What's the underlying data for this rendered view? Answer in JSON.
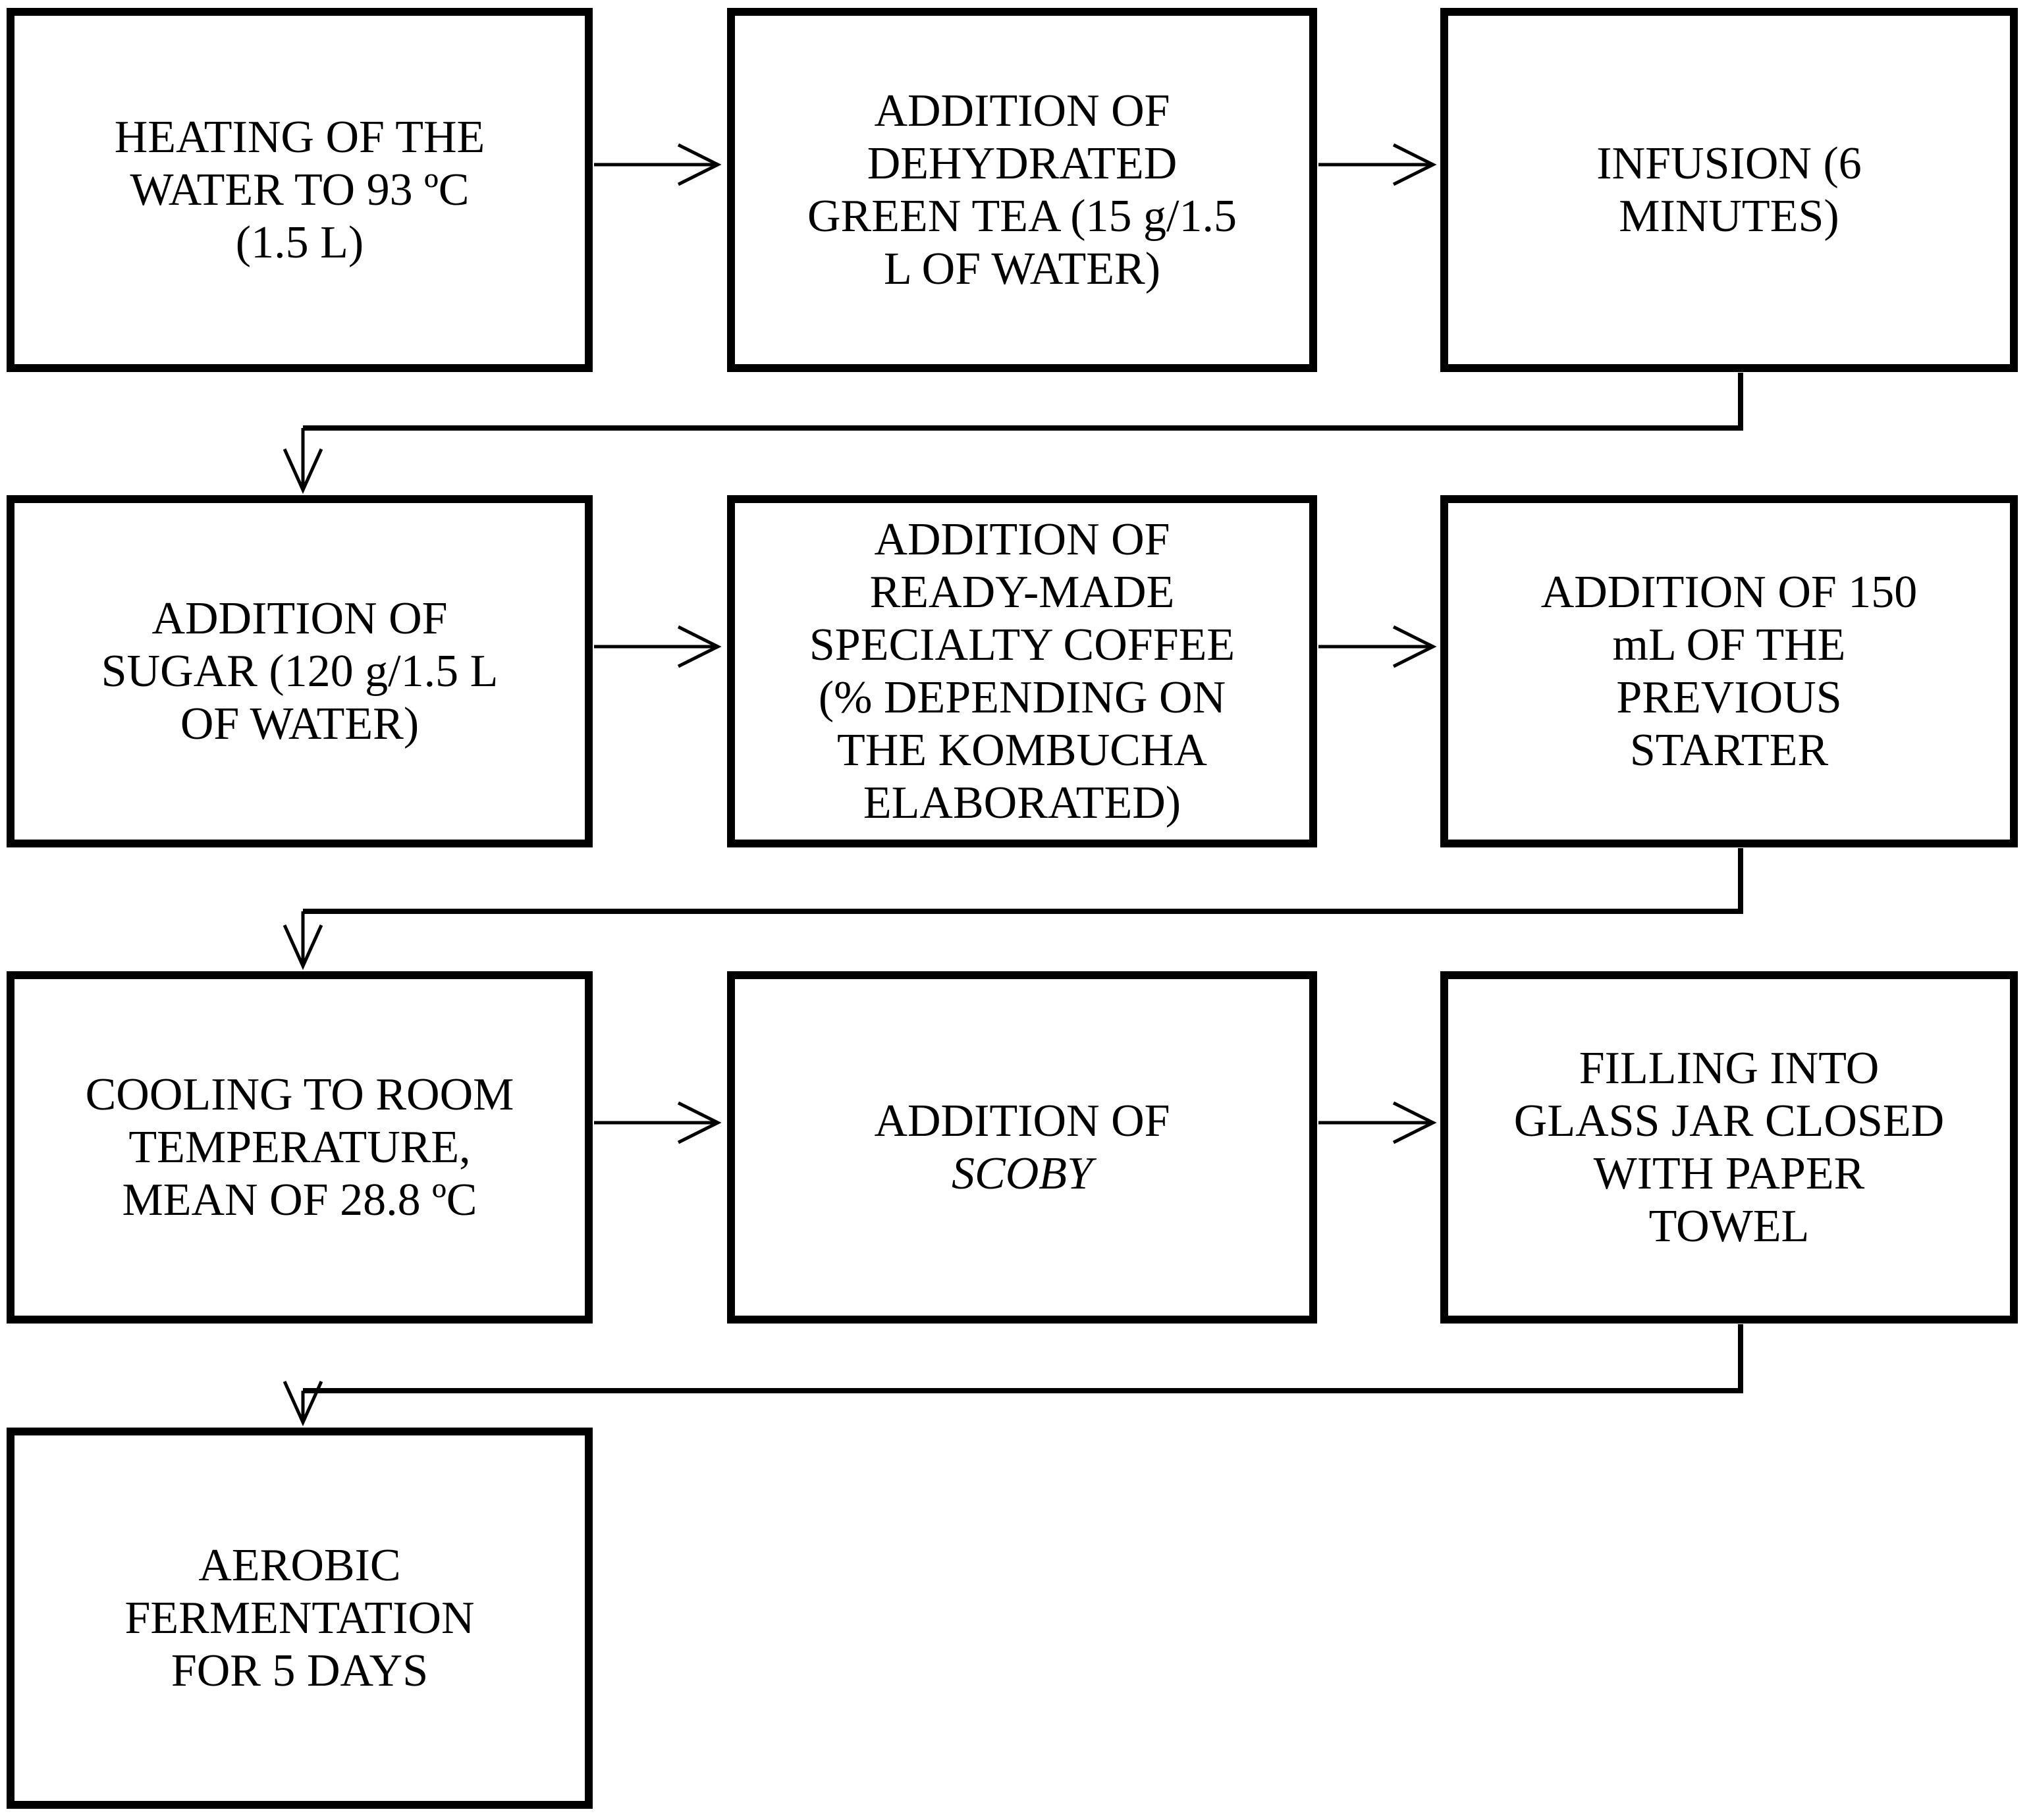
{
  "figure_type": "flowchart",
  "colors": {
    "ink": "#000000",
    "background": "#ffffff"
  },
  "boxes": [
    {
      "name": "heating-water",
      "lines": [
        "HEATING OF THE",
        "WATER TO 93 ºC",
        "(1.5 L)"
      ]
    },
    {
      "name": "addition-green-tea",
      "lines": [
        "ADDITION OF",
        "DEHYDRATED",
        "GREEN TEA (15 g/1.5",
        "L OF WATER)"
      ]
    },
    {
      "name": "infusion",
      "lines": [
        "INFUSION (6",
        "MINUTES)"
      ]
    },
    {
      "name": "addition-sugar",
      "lines": [
        "ADDITION OF",
        "SUGAR (120 g/1.5 L",
        "OF WATER)"
      ]
    },
    {
      "name": "addition-specialty-coffee",
      "lines": [
        "ADDITION OF",
        "READY-MADE",
        "SPECIALTY COFFEE",
        "(% DEPENDING ON",
        "THE KOMBUCHA",
        "ELABORATED)"
      ]
    },
    {
      "name": "addition-previous-starter",
      "lines": [
        "ADDITION OF 150",
        "mL OF THE",
        "PREVIOUS",
        "STARTER"
      ]
    },
    {
      "name": "cooling-room-temperature",
      "lines": [
        "COOLING TO ROOM",
        "TEMPERATURE,",
        "MEAN OF 28.8 ºC"
      ]
    },
    {
      "name": "addition-scoby",
      "lines": [
        "ADDITION OF",
        "SCOBY"
      ],
      "italic_line_index": 1
    },
    {
      "name": "filling-glass-jar",
      "lines": [
        "FILLING INTO",
        "GLASS JAR CLOSED",
        "WITH PAPER",
        "TOWEL"
      ]
    },
    {
      "name": "aerobic-fermentation",
      "lines": [
        "AEROBIC",
        "FERMENTATION",
        "FOR 5 DAYS"
      ]
    }
  ],
  "edges": [
    {
      "from": "heating-water",
      "to": "addition-green-tea"
    },
    {
      "from": "addition-green-tea",
      "to": "infusion"
    },
    {
      "from": "infusion",
      "to": "addition-sugar"
    },
    {
      "from": "addition-sugar",
      "to": "addition-specialty-coffee"
    },
    {
      "from": "addition-specialty-coffee",
      "to": "addition-previous-starter"
    },
    {
      "from": "addition-previous-starter",
      "to": "cooling-room-temperature"
    },
    {
      "from": "cooling-room-temperature",
      "to": "addition-scoby"
    },
    {
      "from": "addition-scoby",
      "to": "filling-glass-jar"
    },
    {
      "from": "filling-glass-jar",
      "to": "aerobic-fermentation"
    }
  ]
}
